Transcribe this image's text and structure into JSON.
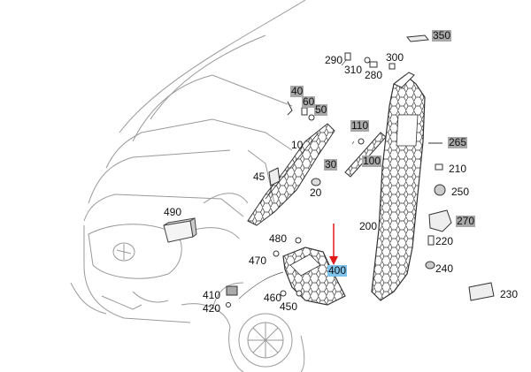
{
  "labels": {
    "p10": "10",
    "p20": "20",
    "p30": "30",
    "p40": "40",
    "p45": "45",
    "p50": "50",
    "p60": "60",
    "p100": "100",
    "p110": "110",
    "p200": "200",
    "p210": "210",
    "p220": "220",
    "p230": "230",
    "p240": "240",
    "p250": "250",
    "p265": "265",
    "p270": "270",
    "p280": "280",
    "p290": "290",
    "p300": "300",
    "p310": "310",
    "p350": "350",
    "p400": "400",
    "p410": "410",
    "p420": "420",
    "p450": "450",
    "p460": "460",
    "p470": "470",
    "p480": "480",
    "p490": "490"
  },
  "colors": {
    "highlight_gray": "#a8a8a8",
    "highlight_blue": "#7ec4ea",
    "arrow_red": "#e01818",
    "line": "#555555",
    "line_light": "#9a9a9a"
  }
}
